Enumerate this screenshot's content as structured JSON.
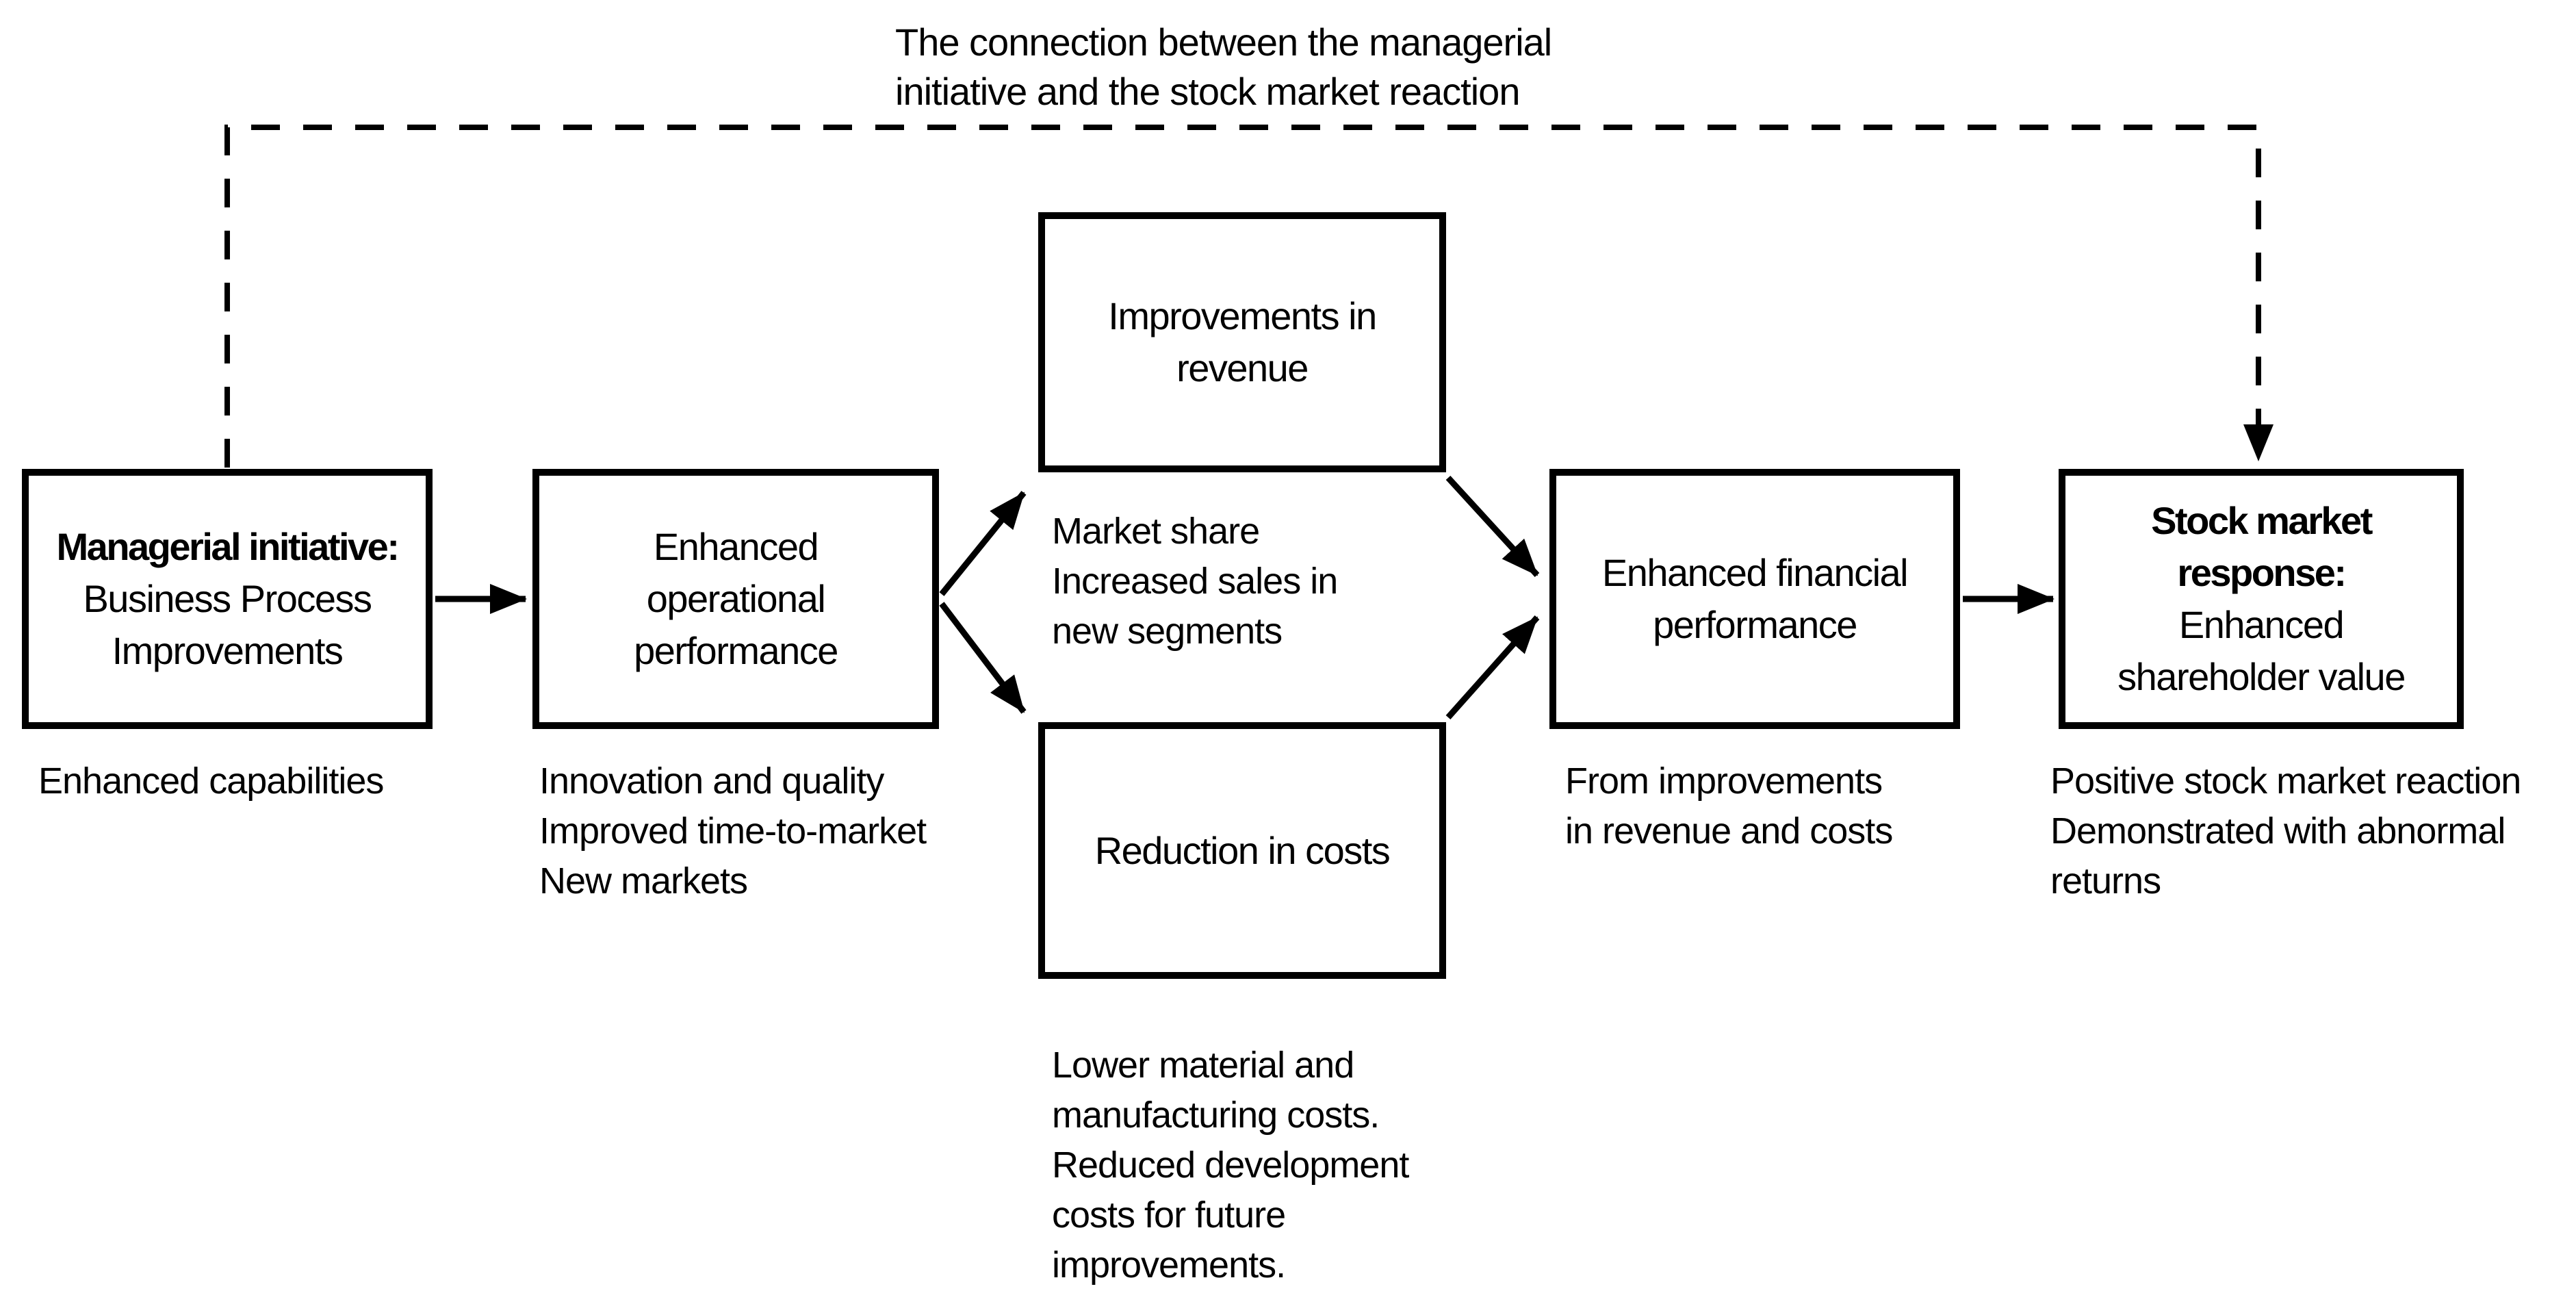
{
  "diagram": {
    "connector_label": "The connection between the managerial\ninitiative and the stock market reaction",
    "nodes": {
      "managerial_initiative": {
        "heading": "Managerial initiative:",
        "body": "Business Process\nImprovements",
        "caption": "Enhanced capabilities"
      },
      "operational_performance": {
        "body": "Enhanced\noperational\nperformance",
        "caption": "Innovation and quality\nImproved time-to-market\nNew markets"
      },
      "improvements_in_revenue": {
        "body": "Improvements in\nrevenue",
        "caption": "Market share\nIncreased sales in\nnew segments"
      },
      "reduction_in_costs": {
        "body": "Reduction in costs",
        "caption": "Lower material and\nmanufacturing costs.\nReduced development\ncosts for future\nimprovements."
      },
      "enhanced_financial_performance": {
        "body": "Enhanced financial\nperformance",
        "caption": "From improvements\nin revenue and costs"
      },
      "stock_market_response": {
        "heading": "Stock market\nresponse:",
        "body": "Enhanced\nshareholder value",
        "caption": "Positive stock market reaction\nDemonstrated with abnormal\nreturns"
      }
    },
    "connections": [
      {
        "from": "managerial_initiative",
        "to": "operational_performance",
        "style": "solid"
      },
      {
        "from": "operational_performance",
        "to": "improvements_in_revenue",
        "style": "solid"
      },
      {
        "from": "operational_performance",
        "to": "reduction_in_costs",
        "style": "solid"
      },
      {
        "from": "improvements_in_revenue",
        "to": "enhanced_financial_performance",
        "style": "solid"
      },
      {
        "from": "reduction_in_costs",
        "to": "enhanced_financial_performance",
        "style": "solid"
      },
      {
        "from": "enhanced_financial_performance",
        "to": "stock_market_response",
        "style": "solid"
      },
      {
        "from": "managerial_initiative",
        "to": "stock_market_response",
        "style": "dashed"
      }
    ],
    "colors": {
      "line": "#000000",
      "background": "#ffffff",
      "text": "#000000"
    }
  }
}
